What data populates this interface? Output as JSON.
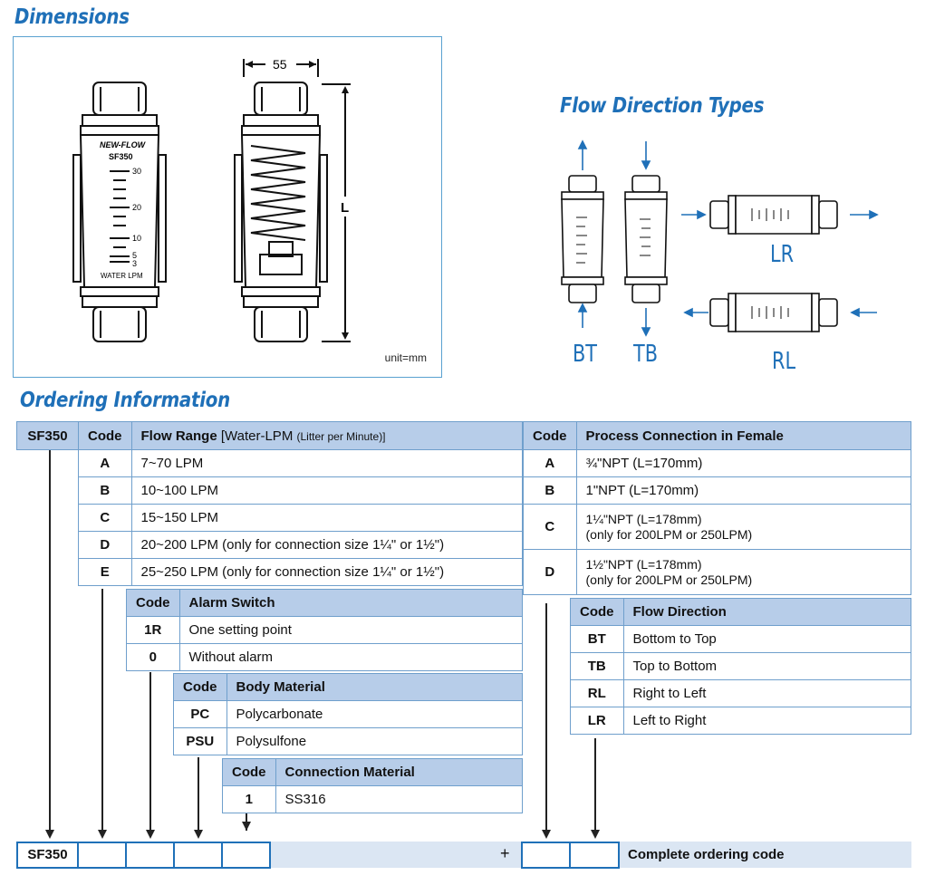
{
  "headings": {
    "dimensions": "Dimensions",
    "flow_direction": "Flow Direction Types",
    "ordering": "Ordering Information"
  },
  "dimension_drawing": {
    "brand": "NEW-FLOW",
    "model": "SF350",
    "scale_marks": [
      "30",
      "20",
      "10",
      "5",
      "3"
    ],
    "scale_unit": "WATER LPM",
    "width_label": "55",
    "length_label": "L",
    "unit_note": "unit=mm"
  },
  "flow_labels": {
    "bt": "BT",
    "tb": "TB",
    "lr": "LR",
    "rl": "RL"
  },
  "flow_range_table": {
    "header_model": "SF350",
    "header_code": "Code",
    "header_title": "Flow Range",
    "header_title_bold_part": "[Water-",
    "header_title_lpm": "LPM",
    "header_title_small": "(Litter per Minute)]",
    "rows": [
      {
        "code": "A",
        "desc": "7~70 LPM"
      },
      {
        "code": "B",
        "desc": "10~100 LPM"
      },
      {
        "code": "C",
        "desc": "15~150 LPM"
      },
      {
        "code": "D",
        "desc": "20~200 LPM (only for connection size 1¼\" or 1½\")"
      },
      {
        "code": "E",
        "desc": "25~250 LPM (only for connection size 1¼\" or 1½\")"
      }
    ]
  },
  "alarm_table": {
    "header_code": "Code",
    "header_title": "Alarm Switch",
    "rows": [
      {
        "code": "1R",
        "desc": "One setting point"
      },
      {
        "code": "0",
        "desc": "Without alarm"
      }
    ]
  },
  "body_table": {
    "header_code": "Code",
    "header_title": "Body Material",
    "rows": [
      {
        "code": "PC",
        "desc": "Polycarbonate"
      },
      {
        "code": "PSU",
        "desc": "Polysulfone"
      }
    ]
  },
  "connection_material_table": {
    "header_code": "Code",
    "header_title": "Connection Material",
    "rows": [
      {
        "code": "1",
        "desc": "SS316"
      }
    ]
  },
  "process_connection_table": {
    "header_code": "Code",
    "header_title": "Process Connection in Female",
    "rows": [
      {
        "code": "A",
        "line1": "¾\"NPT (L=170mm)",
        "line2": ""
      },
      {
        "code": "B",
        "line1": "1\"NPT (L=170mm)",
        "line2": ""
      },
      {
        "code": "C",
        "line1": "1¼\"NPT (L=178mm)",
        "line2": "(only for 200LPM or 250LPM)"
      },
      {
        "code": "D",
        "line1": "1½\"NPT (L=178mm)",
        "line2": "(only for 200LPM or 250LPM)"
      }
    ]
  },
  "flow_direction_table": {
    "header_code": "Code",
    "header_title": "Flow Direction",
    "rows": [
      {
        "code": "BT",
        "desc": "Bottom to Top"
      },
      {
        "code": "TB",
        "desc": "Top to Bottom"
      },
      {
        "code": "RL",
        "desc": "Right to Left"
      },
      {
        "code": "LR",
        "desc": "Left to Right"
      }
    ]
  },
  "ordering_code": {
    "model": "SF350",
    "plus": "+",
    "label": "Complete ordering code"
  },
  "colors": {
    "accent": "#1f70b8",
    "header_fill": "#b7cde9",
    "bar_fill": "#dbe6f3"
  }
}
